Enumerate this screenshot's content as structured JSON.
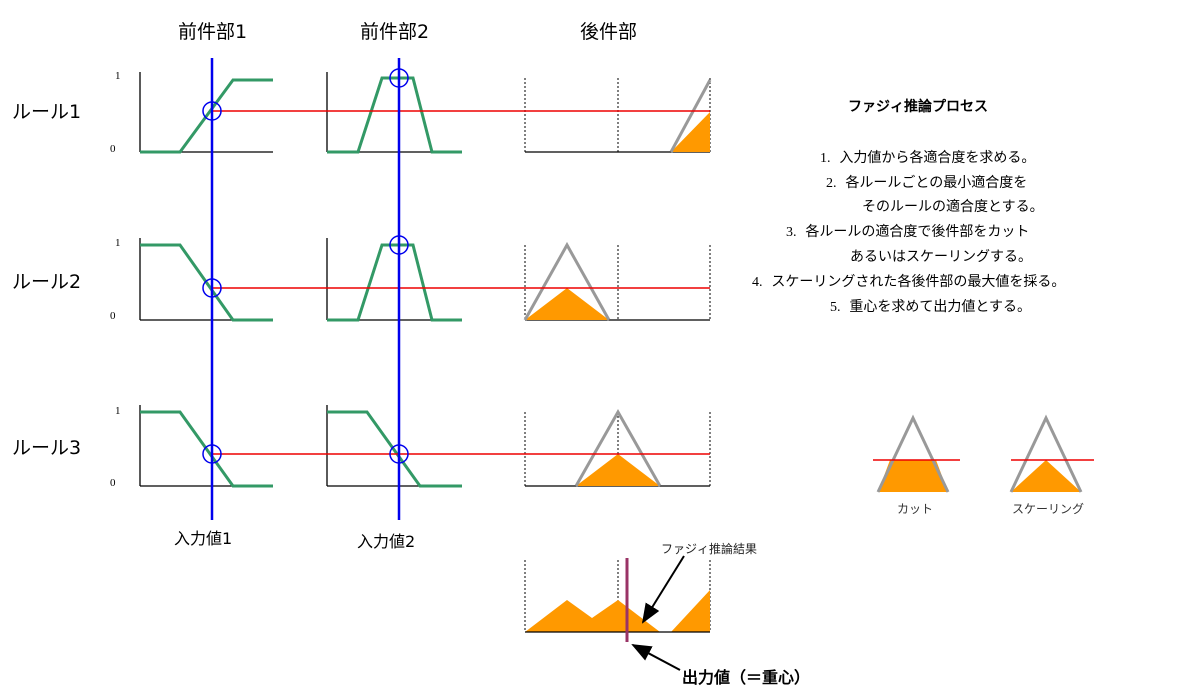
{
  "headers": {
    "premise1": "前件部1",
    "premise2": "前件部2",
    "consequent": "後件部"
  },
  "rules": [
    {
      "label": "ルール1"
    },
    {
      "label": "ルール2"
    },
    {
      "label": "ルール3"
    }
  ],
  "ticks": {
    "one": "1",
    "zero": "0"
  },
  "inputs": {
    "input1": "入力値1",
    "input2": "入力値2"
  },
  "process": {
    "title": "ファジィ推論プロセス",
    "steps": [
      {
        "num": "1.",
        "text": "入力値から各適合度を求める。"
      },
      {
        "num": "2.",
        "text": "各ルールごとの最小適合度を"
      },
      {
        "num": "",
        "text": "そのルールの適合度とする。"
      },
      {
        "num": "3.",
        "text": "各ルールの適合度で後件部をカット"
      },
      {
        "num": "",
        "text": "あるいはスケーリングする。"
      },
      {
        "num": "4.",
        "text": "スケーリングされた各後件部の最大値を採る。"
      },
      {
        "num": "5.",
        "text": "重心を求めて出力値とする。"
      }
    ]
  },
  "legend": {
    "cut": "カット",
    "scaling": "スケーリング"
  },
  "result": {
    "fuzzy_result": "ファジィ推論結果",
    "output": "出力値（＝重心）"
  },
  "colors": {
    "membership": "#339966",
    "input_line": "#0000ee",
    "level_line": "#ee0000",
    "fill": "#ff9900",
    "gray": "#999999",
    "centroid": "#993366"
  }
}
